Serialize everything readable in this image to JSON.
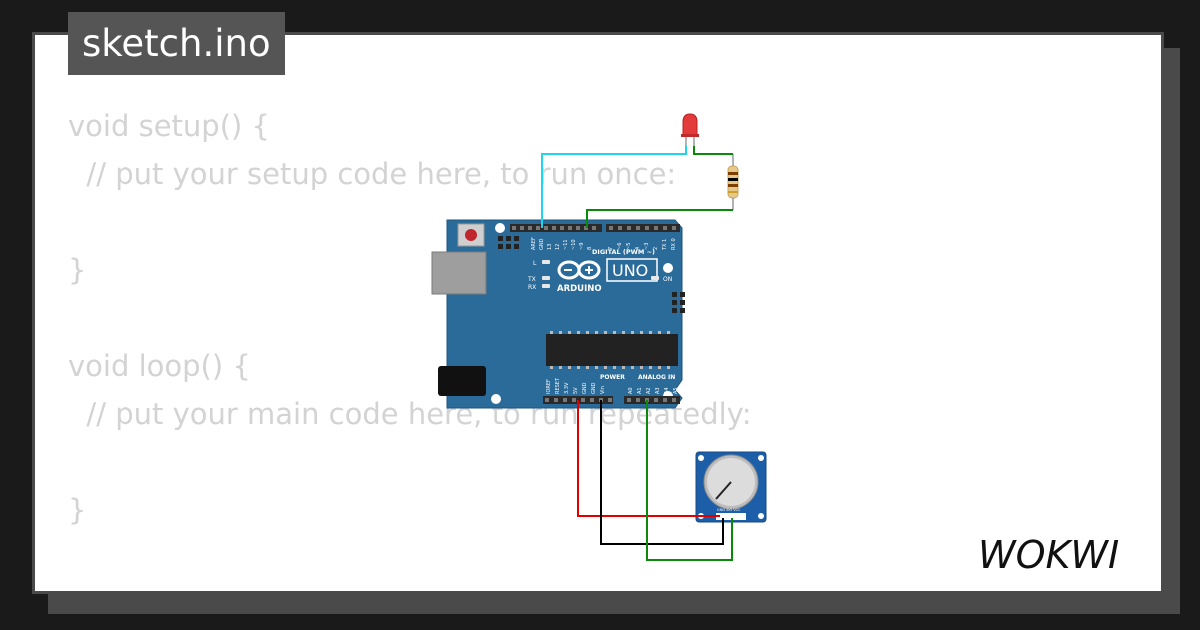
{
  "title": "sketch.ino",
  "code_lines": [
    "void setup() {",
    "  // put your setup code here, to run once:",
    "",
    "}",
    "",
    "void loop() {",
    "  // put your main code here, to run repeatedly:",
    "",
    "}"
  ],
  "board": {
    "name": "UNO",
    "brand": "ARDUINO",
    "digital_label": "DIGITAL (PWM ~)",
    "power_label": "POWER",
    "analog_label": "ANALOG IN",
    "led_l": "L",
    "led_tx": "TX",
    "led_rx": "RX",
    "led_on": "ON",
    "digital_pins": [
      "AREF",
      "GND",
      "13",
      "12",
      "~11",
      "~10",
      "~9",
      "8",
      "7",
      "~6",
      "~5",
      "4",
      "~3",
      "2",
      "TX 1",
      "RX 0"
    ],
    "power_pins": [
      "IOREF",
      "RESET",
      "3.3V",
      "5V",
      "GND",
      "GND",
      "Vin"
    ],
    "analog_pins": [
      "A0",
      "A1",
      "A2",
      "A3",
      "A4",
      "A5"
    ]
  },
  "potentiometer_pins": "GND SIG VCC",
  "logo": "WOKWI",
  "colors": {
    "board": "#2b6b9a",
    "wire_cyan": "#22d3ee",
    "wire_green": "#0a8a0a",
    "wire_red": "#e00000",
    "wire_black": "#000000",
    "led": "#e33b3b"
  }
}
